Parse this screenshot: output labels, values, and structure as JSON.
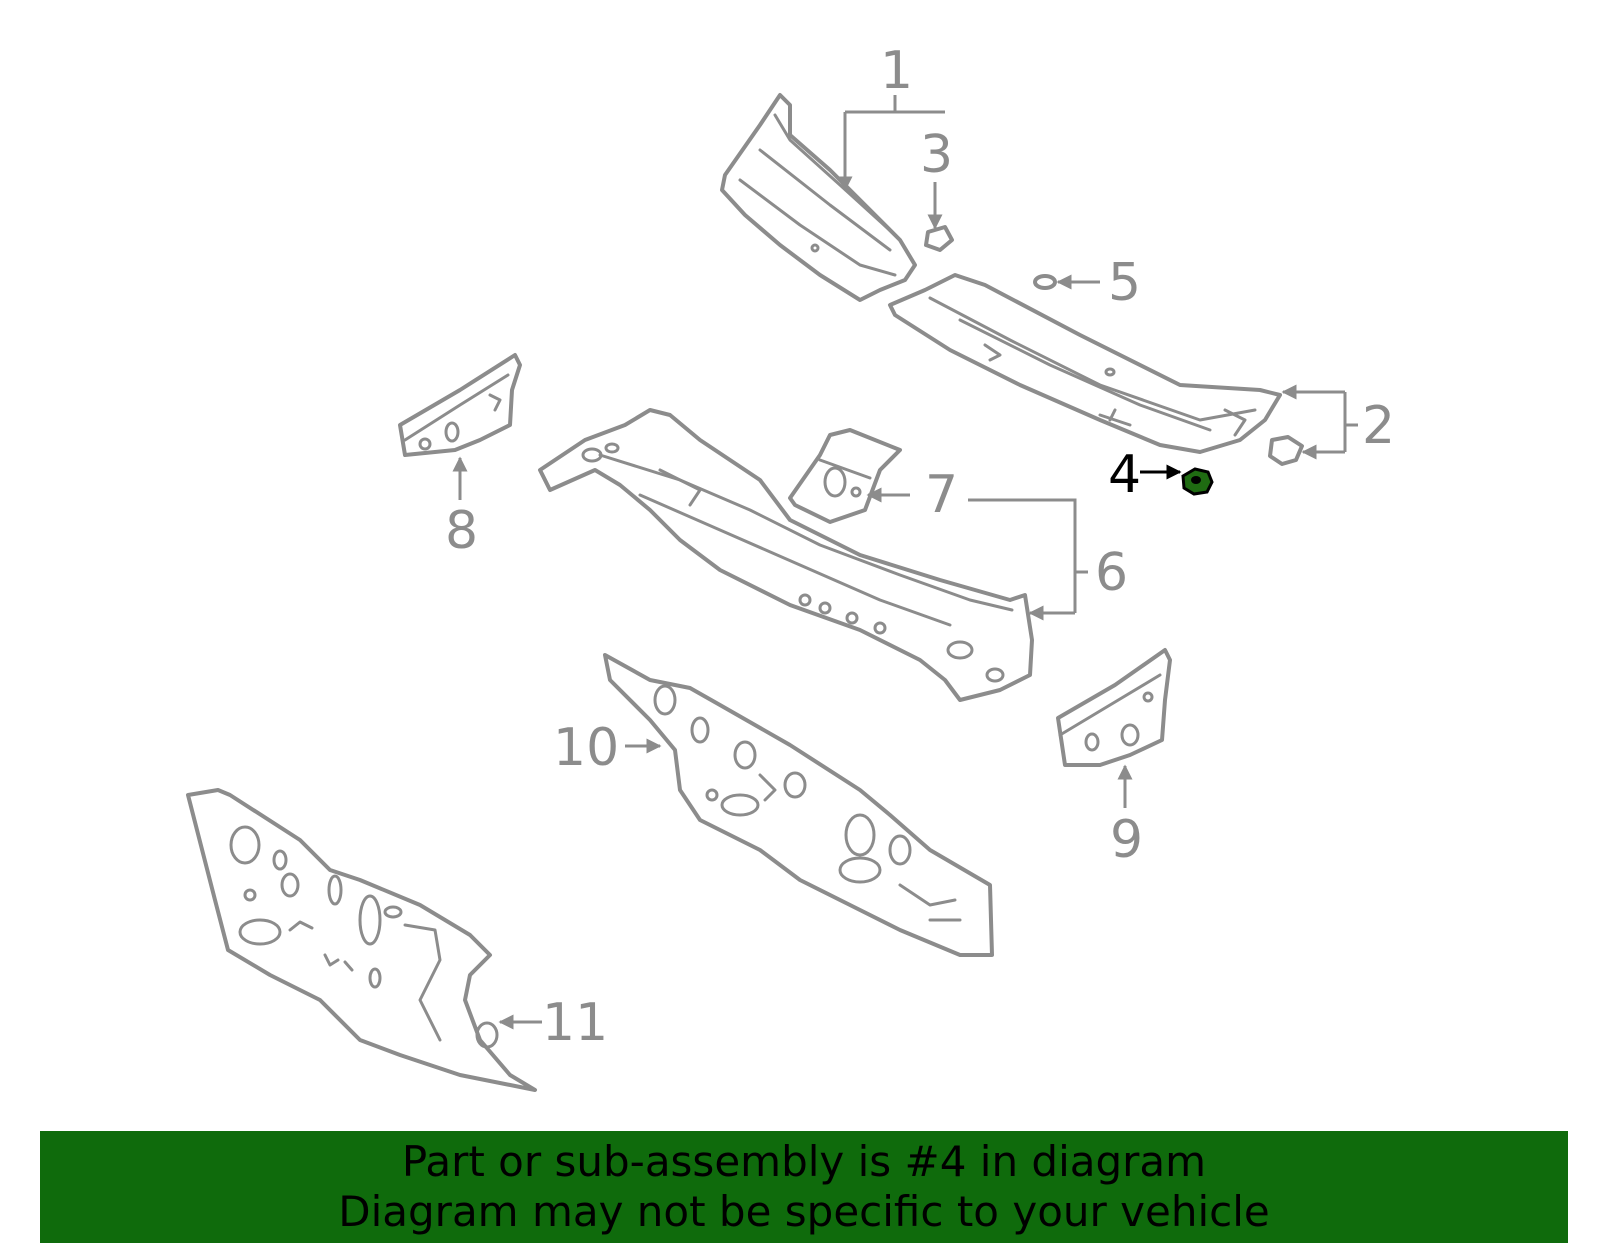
{
  "highlight_color": "#0f6b0c",
  "callouts": {
    "c1": "1",
    "c2": "2",
    "c3": "3",
    "c4": "4",
    "c5": "5",
    "c6": "6",
    "c7": "7",
    "c8": "8",
    "c9": "9",
    "c10": "10",
    "c11": "11"
  },
  "banner": {
    "line1": "Part or sub-assembly is #4 in diagram",
    "line2": "Diagram may not be specific to your vehicle"
  }
}
